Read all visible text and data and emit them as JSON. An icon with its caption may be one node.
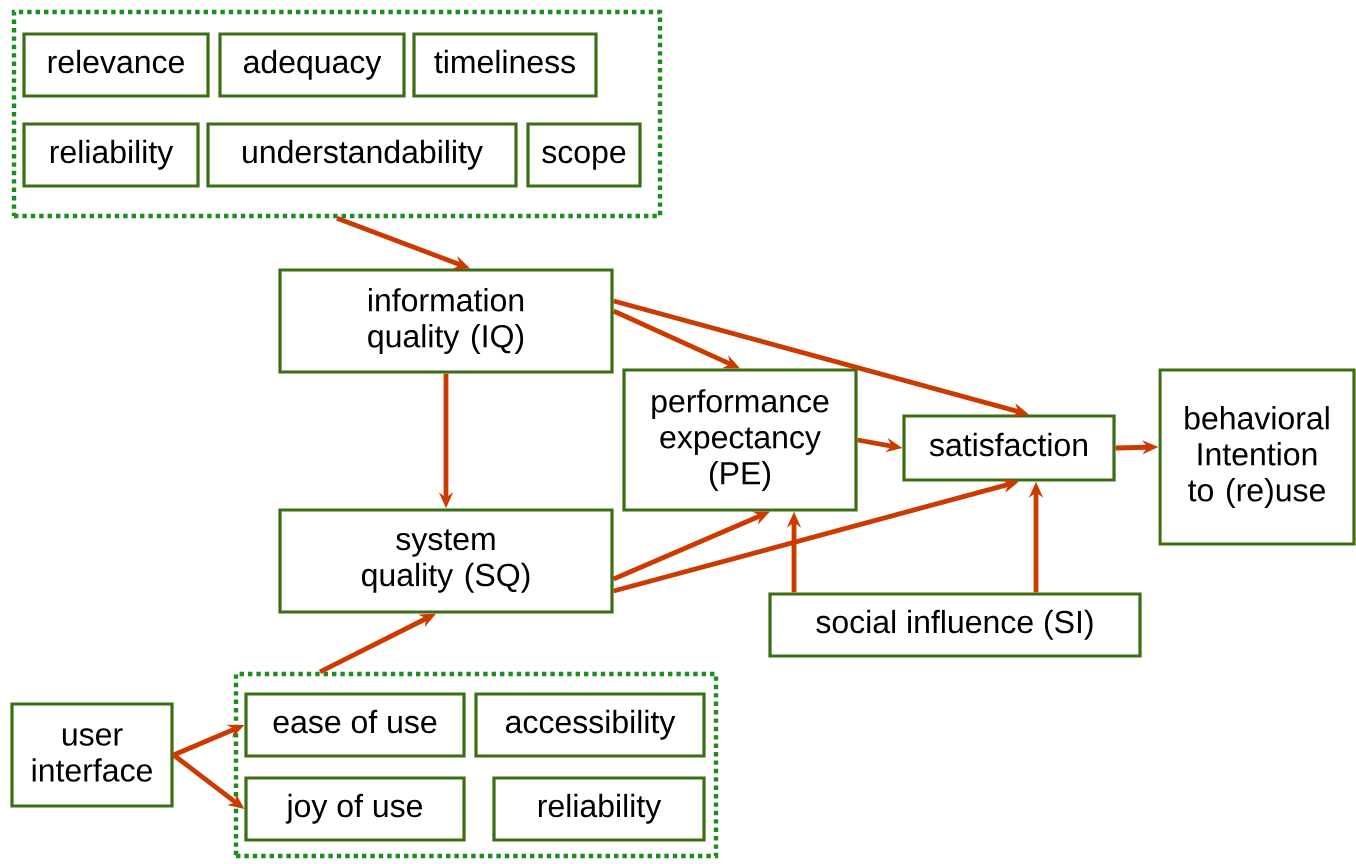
{
  "diagram": {
    "nodes": [
      {
        "text": [],
        "shape": "box"
      },
      {
        "text": [
          "relevance"
        ],
        "in": 0
      },
      {
        "text": [
          "adequacy"
        ],
        "in": 0
      },
      {
        "text": [
          "timeliness"
        ],
        "in": 0
      },
      {
        "text": [
          "reliability"
        ],
        "in": 0
      },
      {
        "text": [
          "understandability"
        ],
        "in": 0
      },
      {
        "text": [
          "scope"
        ],
        "in": 0
      },
      {
        "text": [
          "information quality (IQ)"
        ]
      },
      {
        "text": [
          "performance expectancy (PE)"
        ]
      },
      {
        "text": [
          "satisfaction"
        ]
      },
      {
        "text": [
          "behavioral Intention to (re)use"
        ]
      },
      {
        "text": [
          "system quality (SQ)"
        ]
      },
      {
        "text": [
          "social influence (SI)"
        ]
      },
      {
        "text": [
          "user interface"
        ]
      },
      {
        "text": [],
        "shape": "box"
      },
      {
        "text": [
          "ease of use"
        ],
        "in": 14
      },
      {
        "text": [
          "accessibility"
        ],
        "in": 14
      },
      {
        "text": [
          "joy of use"
        ],
        "in": 14
      },
      {
        "text": [
          "reliability"
        ],
        "in": 14
      }
    ],
    "edges": [
      {
        "from": 0,
        "to": 7,
        "arrow": "to"
      },
      {
        "from": 7,
        "to": 8,
        "arrow": "to"
      },
      {
        "from": 7,
        "to": 9,
        "arrow": "to"
      },
      {
        "from": 7,
        "to": 11,
        "arrow": "to"
      },
      {
        "from": 8,
        "to": 9,
        "arrow": "to"
      },
      {
        "from": 9,
        "to": 10,
        "arrow": "to"
      },
      {
        "from": 11,
        "to": 8,
        "arrow": "to"
      },
      {
        "from": 11,
        "to": 9,
        "arrow": "to"
      },
      {
        "from": 12,
        "to": 8,
        "arrow": "to"
      },
      {
        "from": 12,
        "to": 9,
        "arrow": "to"
      },
      {
        "from": 14,
        "to": 11,
        "arrow": "to"
      },
      {
        "from": 13,
        "to": 15,
        "arrow": "to"
      },
      {
        "from": 13,
        "to": 17,
        "arrow": "to"
      }
    ]
  }
}
